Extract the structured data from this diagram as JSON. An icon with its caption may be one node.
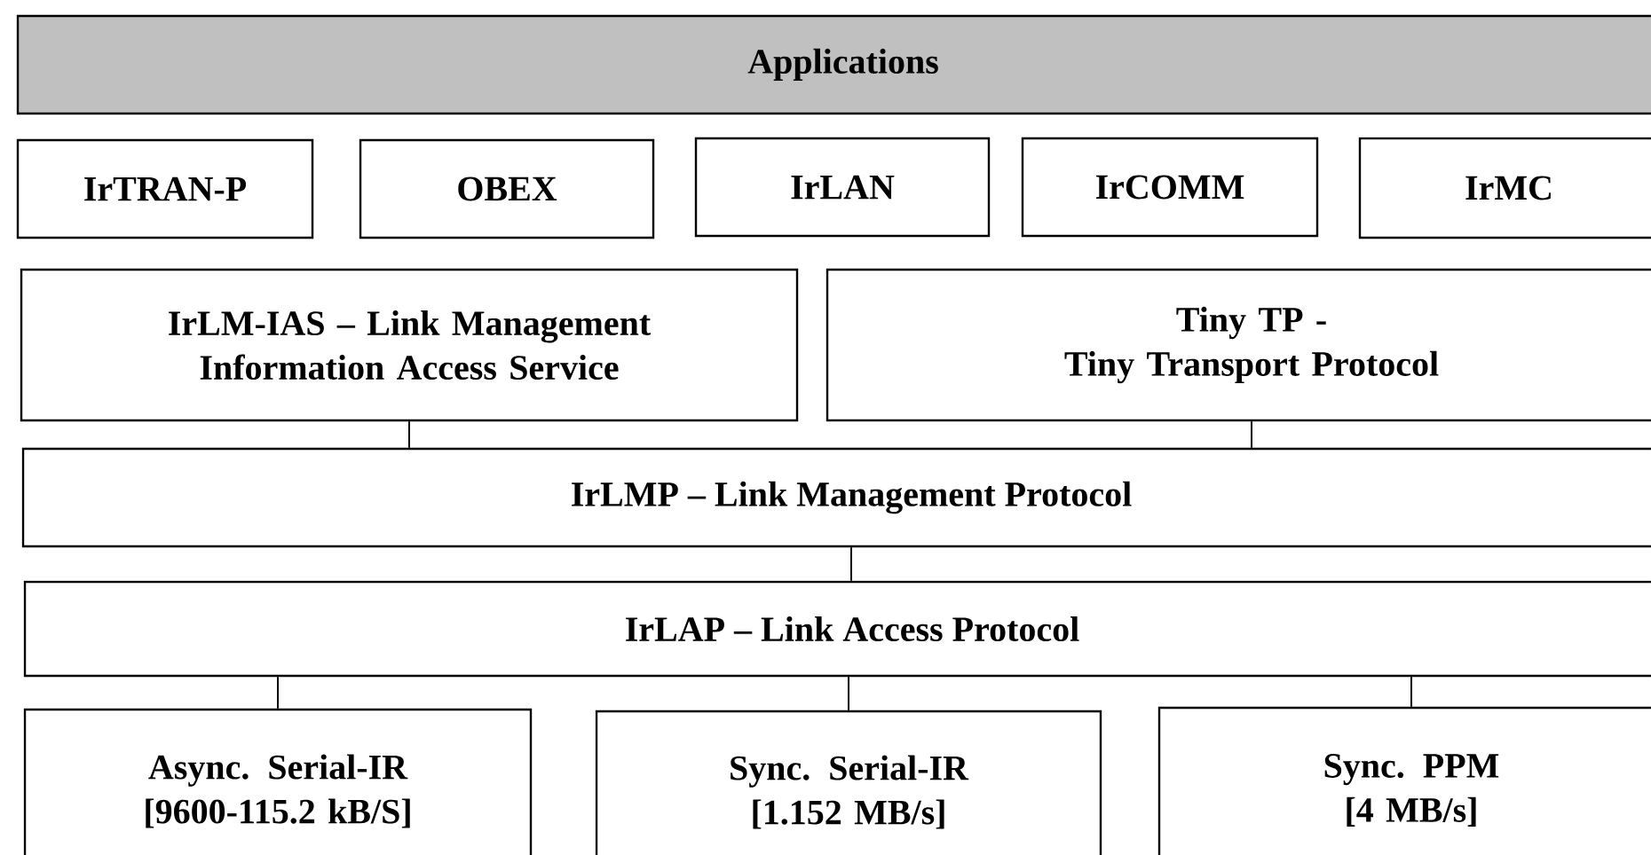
{
  "diagram": {
    "nodes": [
      {
        "text": [
          "Applications"
        ]
      },
      {
        "text": [
          "IrTRAN-P"
        ]
      },
      {
        "text": [
          "OBEX"
        ]
      },
      {
        "text": [
          "IrLAN"
        ]
      },
      {
        "text": [
          "IrCOMM"
        ]
      },
      {
        "text": [
          "IrMC"
        ]
      },
      {
        "text": [
          "IrLM-IAS – Link Management Information Access Service"
        ]
      },
      {
        "text": [
          "Tiny TP -",
          "Tiny Transport Protocol"
        ]
      },
      {
        "text": [
          "IrLMP – Link Management Protocol"
        ]
      },
      {
        "text": [
          "IrLAP – Link Access Protocol"
        ]
      },
      {
        "text": [
          "Async. Serial-IR",
          "[9600-115.2 kB/S]"
        ]
      },
      {
        "text": [
          "Sync. Serial-IR",
          "[1.152 MB/s]"
        ]
      },
      {
        "text": [
          "Sync. PPM",
          "[4 MB/s]"
        ]
      }
    ],
    "edges": [
      {
        "from": 6,
        "to": 8,
        "arrow": "none"
      },
      {
        "from": 7,
        "to": 8,
        "arrow": "none"
      },
      {
        "from": 8,
        "to": 9,
        "arrow": "none"
      },
      {
        "from": 9,
        "to": 10,
        "arrow": "none"
      },
      {
        "from": 9,
        "to": 11,
        "arrow": "none"
      },
      {
        "from": 9,
        "to": 12,
        "arrow": "none"
      }
    ]
  }
}
